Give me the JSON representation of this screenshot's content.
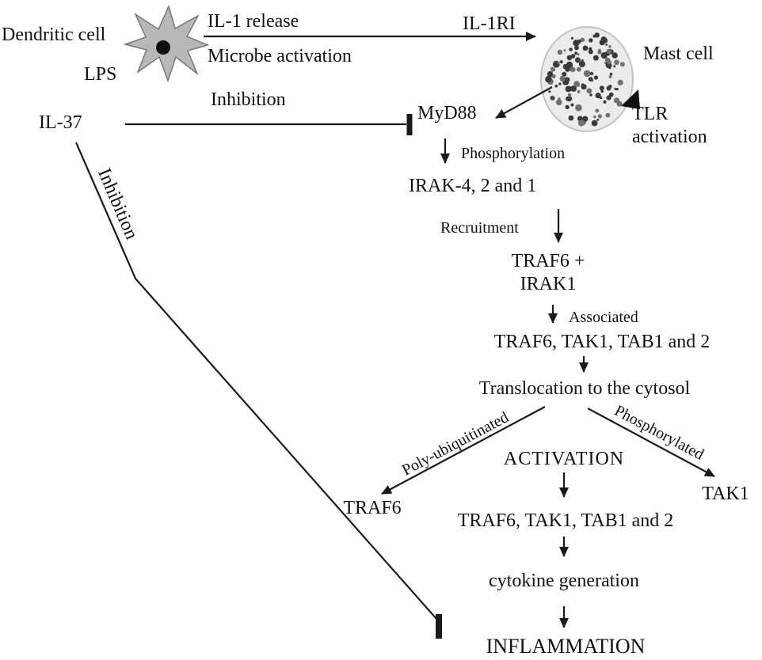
{
  "diagram": {
    "nodes": {
      "dendritic_cell": "Dendritic cell",
      "lps": "LPS",
      "il1_release": "IL-1 release",
      "microbe_activation": "Microbe activation",
      "il1ri": "IL-1RI",
      "mast_cell": "Mast cell",
      "tlr_line1": "TLR",
      "tlr_line2": "activation",
      "il37": "IL-37",
      "inhibition_top": "Inhibition",
      "inhibition_diagonal": "Inhibition",
      "myd88": "MyD88",
      "phosphorylation": "Phosphorylation",
      "irak": "IRAK-4, 2 and 1",
      "recruitment": "Recruitment",
      "traf6_irak1_line1": "TRAF6 +",
      "traf6_irak1_line2": "IRAK1",
      "associated": "Associated",
      "complex1": "TRAF6, TAK1, TAB1 and 2",
      "translocation": "Translocation to the cytosol",
      "poly_ubiquitinated": "Poly-ubiquitinated",
      "activation": "ACTIVATION",
      "phosphorylated": "Phosphorylated",
      "traf6": "TRAF6",
      "tak1": "TAK1",
      "complex2": "TRAF6, TAK1, TAB1 and 2",
      "cytokine_generation": "cytokine generation",
      "inflammation": "INFLAMMATION"
    },
    "edges": [
      {
        "from": "dendritic_cell",
        "to": "mast_cell",
        "labels": [
          "IL-1 release",
          "Microbe activation",
          "IL-1RI"
        ],
        "type": "arrow"
      },
      {
        "from": "mast_cell",
        "to": "myd88",
        "labels": [
          "TLR activation"
        ],
        "type": "arrow"
      },
      {
        "from": "il37",
        "to": "myd88",
        "labels": [
          "Inhibition"
        ],
        "type": "inhibition"
      },
      {
        "from": "il37",
        "to": "inflammation",
        "labels": [
          "Inhibition"
        ],
        "type": "inhibition"
      },
      {
        "from": "myd88",
        "to": "irak",
        "labels": [
          "Phosphorylation"
        ],
        "type": "arrow"
      },
      {
        "from": "irak",
        "to": "traf6_irak1",
        "labels": [
          "Recruitment"
        ],
        "type": "arrow"
      },
      {
        "from": "traf6_irak1",
        "to": "complex1",
        "labels": [
          "Associated"
        ],
        "type": "arrow"
      },
      {
        "from": "complex1",
        "to": "translocation",
        "labels": [],
        "type": "arrow"
      },
      {
        "from": "translocation",
        "to": "traf6",
        "labels": [
          "Poly-ubiquitinated"
        ],
        "type": "arrow"
      },
      {
        "from": "translocation",
        "to": "tak1",
        "labels": [
          "Phosphorylated"
        ],
        "type": "arrow"
      },
      {
        "from": "translocation",
        "to": "complex2",
        "labels": [
          "ACTIVATION"
        ],
        "type": "arrow"
      },
      {
        "from": "complex2",
        "to": "cytokine_generation",
        "labels": [],
        "type": "arrow"
      },
      {
        "from": "cytokine_generation",
        "to": "inflammation",
        "labels": [],
        "type": "arrow"
      }
    ],
    "colors": {
      "line": "#1a1a1a",
      "text": "#111111",
      "dendritic_fill": "#b8b8b8",
      "mast_fill": "#ebebeb",
      "granule": "#3a3a3a",
      "background": "#ffffff"
    }
  }
}
